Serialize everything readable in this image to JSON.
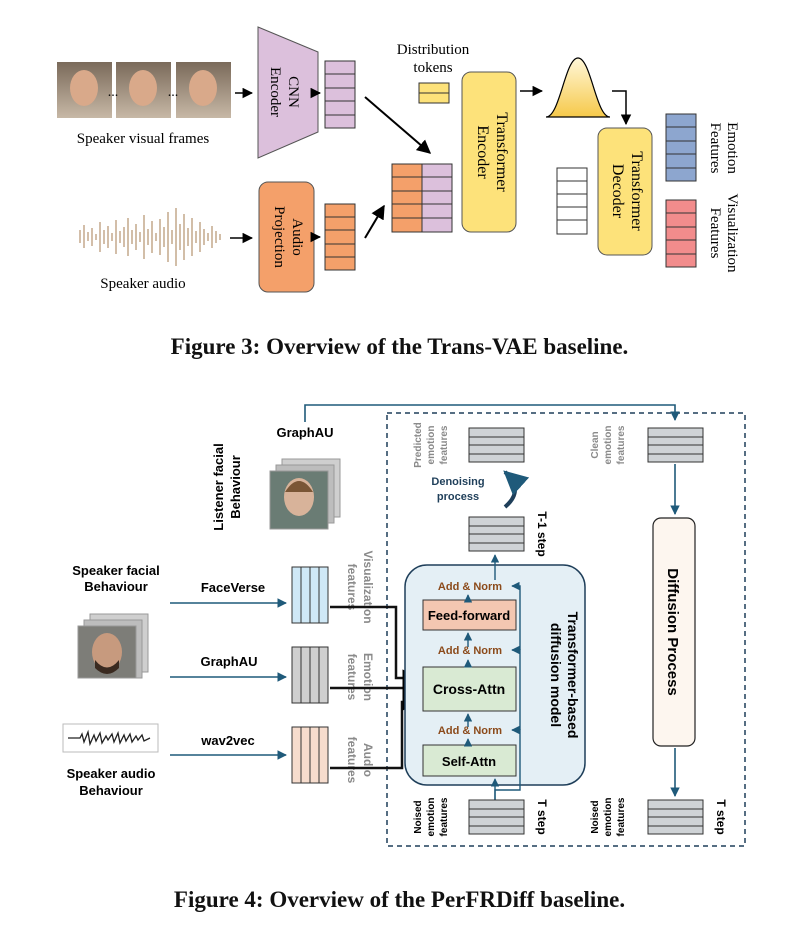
{
  "fig3": {
    "caption": "Figure 3: Overview of the Trans-VAE baseline.",
    "speaker_visual_frames": "Speaker visual frames",
    "speaker_audio": "Speaker audio",
    "cnn_encoder_line1": "CNN",
    "cnn_encoder_line2": "Encoder",
    "audio_projection_line1": "Audio",
    "audio_projection_line2": "Projection",
    "distribution_tokens_line1": "Distribution",
    "distribution_tokens_line2": "tokens",
    "transformer_encoder_line1": "Transformer",
    "transformer_encoder_line2": "Encoder",
    "transformer_decoder_line1": "Transformer",
    "transformer_decoder_line2": "Decoder",
    "emotion_features_line1": "Emotion",
    "emotion_features_line2": "Features",
    "visualization_features_line1": "Visualization",
    "visualization_features_line2": "Features",
    "ellipsis": "...",
    "colors": {
      "cnn": "#dcc0dc",
      "audio": "#f4a06a",
      "transformer": "#fde27a",
      "emotion": "#8da6cf",
      "visual": "#f28c8c"
    }
  },
  "fig4": {
    "caption": "Figure 4: Overview of the PerFRDiff baseline.",
    "graphau_top": "GraphAU",
    "listener_line1": "Listener facial",
    "listener_line2": "Behaviour",
    "speaker_facial_line1": "Speaker facial",
    "speaker_facial_line2": "Behaviour",
    "speaker_audio_line1": "Speaker audio",
    "speaker_audio_line2": "Behaviour",
    "faceverse": "FaceVerse",
    "graphau_mid": "GraphAU",
    "wav2vec": "wav2vec",
    "visualization_features_line1": "Visualization",
    "visualization_features_line2": "features",
    "emotion_features_line1": "Emotion",
    "emotion_features_line2": "features",
    "audio_features_line1": "Audio",
    "audio_features_line2": "features",
    "predicted_line1": "Predicted",
    "predicted_line2": "emotion",
    "predicted_line3": "features",
    "clean_line1": "Clean",
    "clean_line2": "emotion",
    "clean_line3": "features",
    "denoising_line1": "Denoising",
    "denoising_line2": "process",
    "t1_step": "T-1 step",
    "add_norm": "Add & Norm",
    "feed_forward": "Feed-forward",
    "cross_attn": "Cross-Attn",
    "self_attn": "Self-Attn",
    "transformer_diffusion_line1": "Transformer-based",
    "transformer_diffusion_line2": "diffusion model",
    "diffusion_process": "Diffusion Process",
    "noised_line1": "Noised",
    "noised_line2": "emotion",
    "noised_line3": "features",
    "t_step": "T step",
    "colors": {
      "arrow": "#1f5a7a",
      "feed_forward": "#f4c7b1",
      "attn": "#d9ead3",
      "model_bg": "#e4eff5"
    }
  }
}
